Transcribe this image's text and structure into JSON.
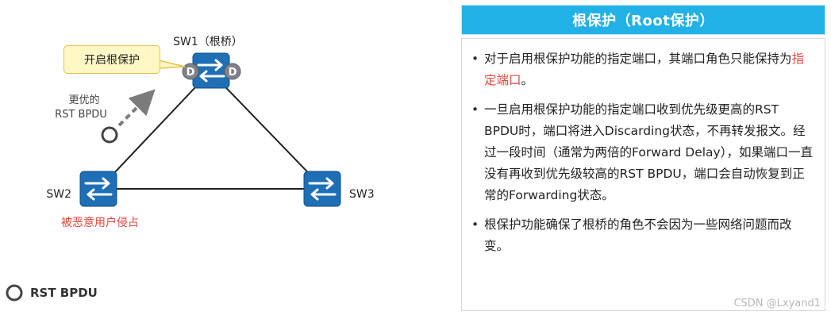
{
  "diagram": {
    "sw1_label": "SW1（根桥）",
    "sw2_label": "SW2",
    "sw3_label": "SW3",
    "port_label_left": "D",
    "port_label_right": "D",
    "callout": "开启根保护",
    "better_bpdu_line1": "更优的",
    "better_bpdu_line2": "RST BPDU",
    "sw2_note": "被恶意用户侵占",
    "legend_label": "RST BPDU"
  },
  "panel": {
    "title": "根保护（Root保护）",
    "bullets": [
      {
        "pre": "对于启用根保护功能的指定端口，其端口角色只能保持为",
        "hl": "指定端口",
        "post": "。"
      },
      {
        "pre": "一旦启用根保护功能的指定端口收到优先级更高的RST BPDU时，端口将进入Discarding状态，不再转发报文。经过一段时间（通常为两倍的Forward Delay），如果端口一直没有再收到优先级较高的RST BPDU，端口会自动恢复到正常的Forwarding状态。",
        "hl": "",
        "post": ""
      },
      {
        "pre": "根保护功能确保了根桥的角色不会因为一些网络问题而改变。",
        "hl": "",
        "post": ""
      }
    ]
  },
  "watermark": "CSDN @Lxyand1",
  "colors": {
    "header_bg": "#22b1e6",
    "switch_blue": "#1e6fb6",
    "port_gray": "#7f8288",
    "highlight_red": "#e8473f",
    "callout_fill": "#fff8c4",
    "callout_border": "#e7c24b"
  }
}
